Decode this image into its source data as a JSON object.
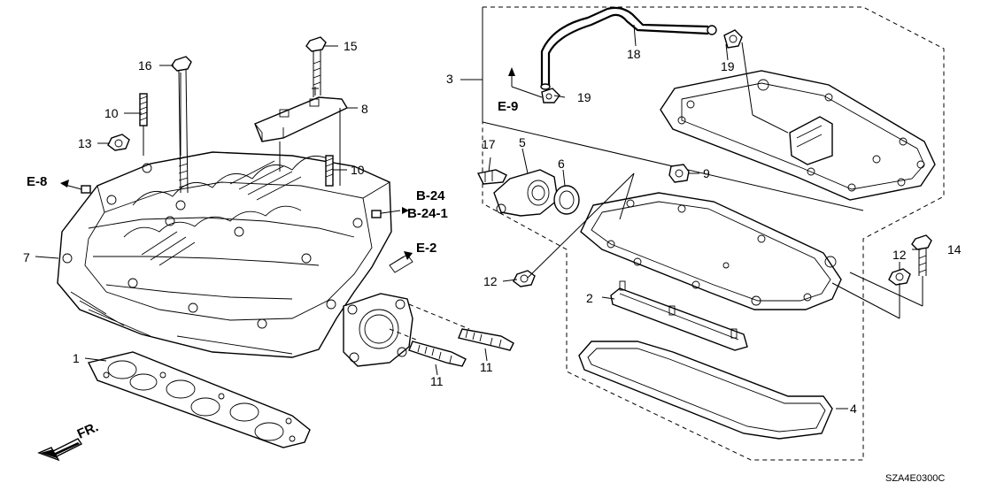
{
  "parts": [
    {
      "id": "label-1",
      "text": "1"
    },
    {
      "id": "label-2",
      "text": "2"
    },
    {
      "id": "label-3",
      "text": "3"
    },
    {
      "id": "label-4",
      "text": "4"
    },
    {
      "id": "label-5",
      "text": "5"
    },
    {
      "id": "label-6",
      "text": "6"
    },
    {
      "id": "label-7",
      "text": "7"
    },
    {
      "id": "label-8",
      "text": "8"
    },
    {
      "id": "label-9",
      "text": "9"
    },
    {
      "id": "label-10a",
      "text": "10"
    },
    {
      "id": "label-10b",
      "text": "10"
    },
    {
      "id": "label-11a",
      "text": "11"
    },
    {
      "id": "label-11b",
      "text": "11"
    },
    {
      "id": "label-12a",
      "text": "12"
    },
    {
      "id": "label-12b",
      "text": "12"
    },
    {
      "id": "label-13",
      "text": "13"
    },
    {
      "id": "label-14",
      "text": "14"
    },
    {
      "id": "label-15",
      "text": "15"
    },
    {
      "id": "label-16",
      "text": "16"
    },
    {
      "id": "label-17",
      "text": "17"
    },
    {
      "id": "label-18",
      "text": "18"
    },
    {
      "id": "label-19a",
      "text": "19"
    },
    {
      "id": "label-19b",
      "text": "19"
    }
  ],
  "references": {
    "e8": "E-8",
    "e9": "E-9",
    "e2": "E-2",
    "b24": "B-24",
    "b24_1": "B-24-1"
  },
  "direction": "FR.",
  "diagram_code": "SZA4E0300C"
}
